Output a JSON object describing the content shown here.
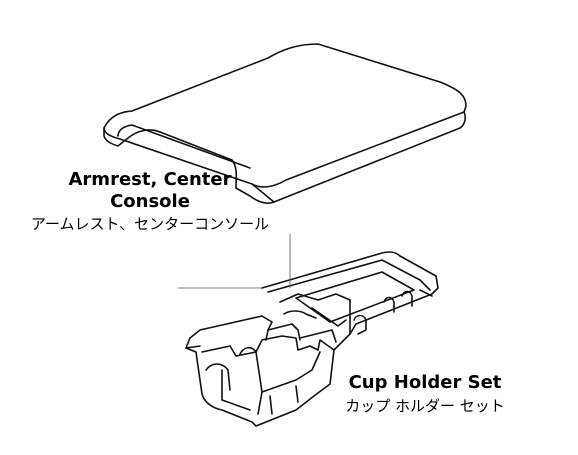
{
  "parts": [
    {
      "name_en_line1": "Armrest, Center",
      "name_en_line2": "Console",
      "name_jp": "アームレスト、センターコンソール"
    },
    {
      "name_en": "Cup Holder Set",
      "name_jp": "カップ ホルダー セット"
    }
  ]
}
